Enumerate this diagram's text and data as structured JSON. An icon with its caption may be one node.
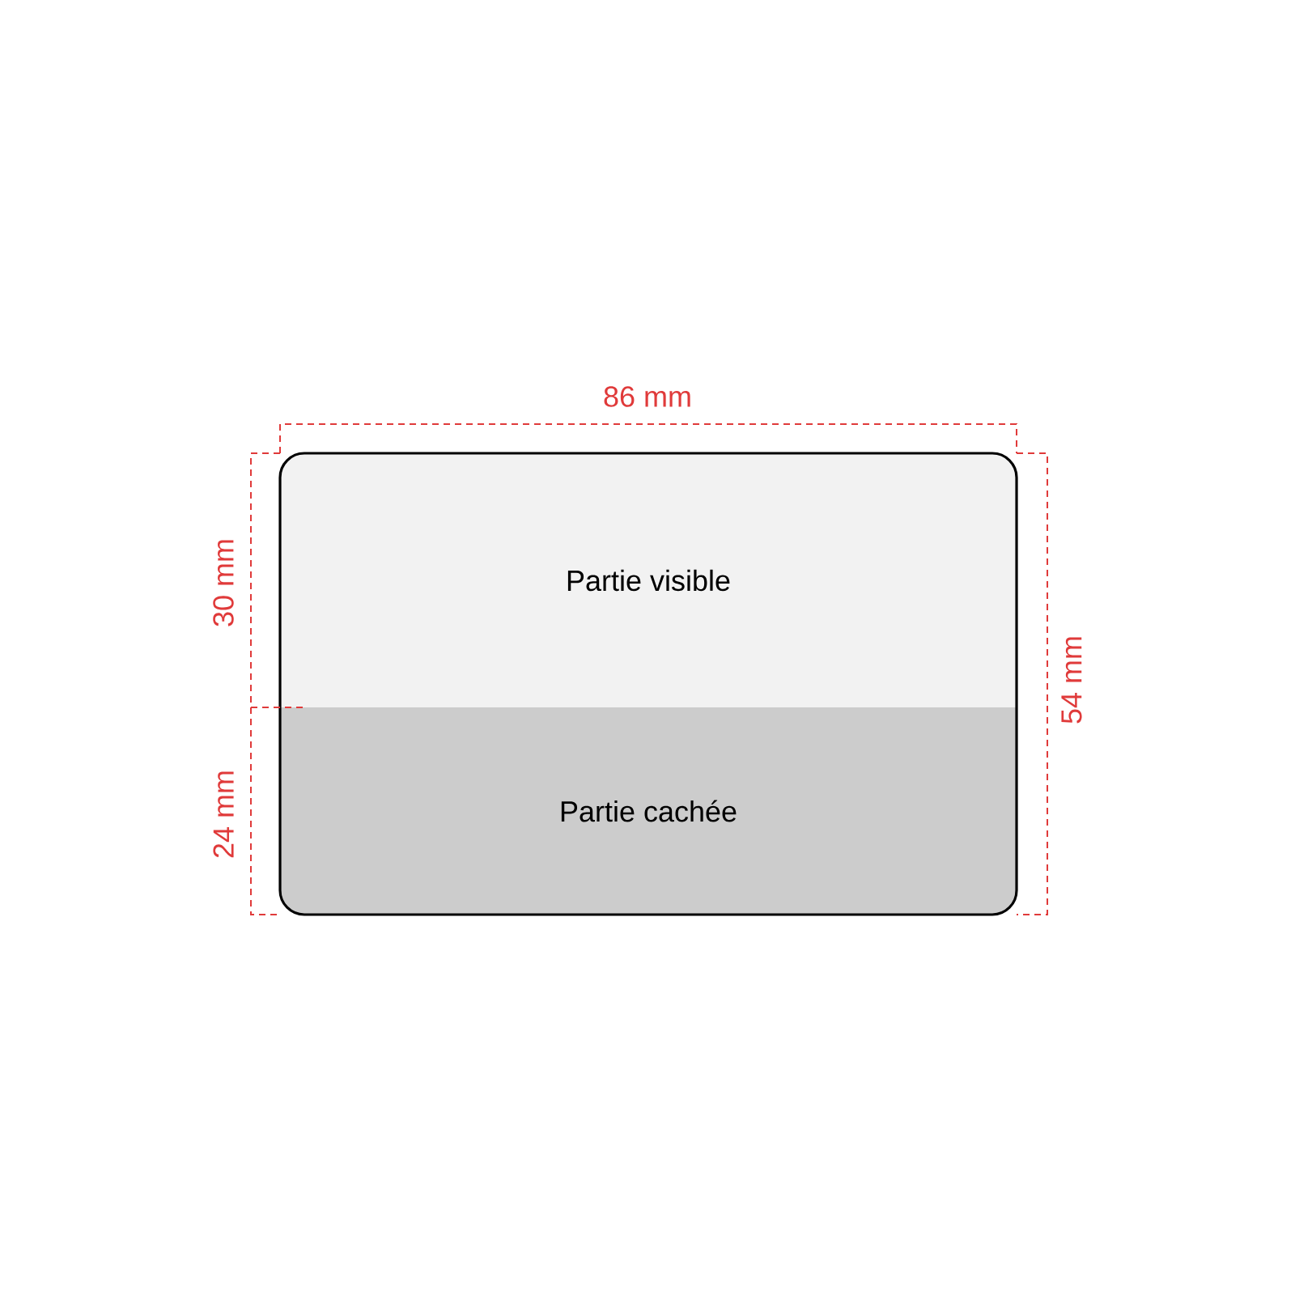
{
  "diagram": {
    "nodes": [
      {
        "text": [
          "Partie visible"
        ]
      },
      {
        "text": [
          "Partie cachée"
        ]
      }
    ],
    "labels": [
      "86 mm",
      "30 mm",
      "54 mm",
      "24 mm"
    ]
  }
}
